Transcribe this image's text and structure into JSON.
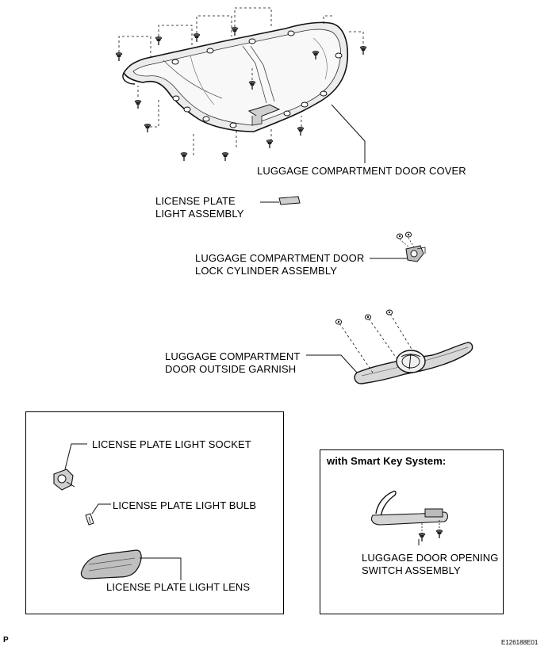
{
  "labels": {
    "door_cover": "LUGGAGE COMPARTMENT DOOR COVER",
    "license_plate_light_assembly": [
      "LICENSE PLATE",
      "LIGHT ASSEMBLY"
    ],
    "lock_cylinder_assembly": [
      "LUGGAGE COMPARTMENT DOOR",
      "LOCK CYLINDER ASSEMBLY"
    ],
    "outside_garnish": [
      "LUGGAGE COMPARTMENT",
      "DOOR OUTSIDE GARNISH"
    ],
    "light_socket": "LICENSE PLATE LIGHT SOCKET",
    "light_bulb": "LICENSE PLATE LIGHT BULB",
    "light_lens": "LICENSE PLATE LIGHT LENS",
    "smart_key_header": "with Smart Key System:",
    "opening_switch_assembly": [
      "LUGGAGE DOOR OPENING",
      "SWITCH ASSEMBLY"
    ]
  },
  "footer": {
    "page_mark": "P",
    "figure_code": "E126188E01"
  }
}
